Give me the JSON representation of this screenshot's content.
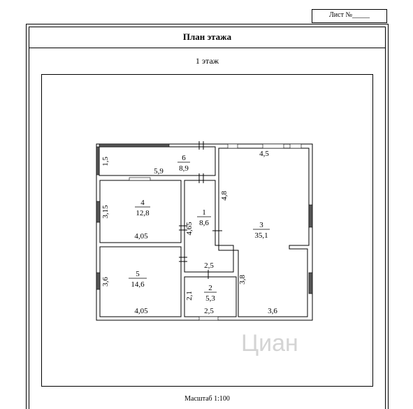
{
  "sheet": {
    "label": "Лист №_____"
  },
  "title": "План этажа",
  "floor_label": "1 этаж",
  "scale": "Масштаб 1:100",
  "watermark": "Циан",
  "rooms": [
    {
      "number": "6",
      "area": "8,9"
    },
    {
      "number": "4",
      "area": "12,8"
    },
    {
      "number": "1",
      "area": "8,6"
    },
    {
      "number": "3",
      "area": "35,1"
    },
    {
      "number": "5",
      "area": "14,6"
    },
    {
      "number": "2",
      "area": "5,3"
    }
  ],
  "dimensions": {
    "d_1_5": "1,5",
    "d_5_9": "5,9",
    "d_4_5": "4,5",
    "d_4_8": "4,8",
    "d_3_15": "3,15",
    "d_4_05_top": "4,05",
    "d_4_65": "4,65",
    "d_2_5_top": "2,5",
    "d_3_8": "3,8",
    "d_3_6_left": "3,6",
    "d_2_1": "2,1",
    "d_4_05_bottom": "4,05",
    "d_2_5_bottom": "2,5",
    "d_3_6_bottom": "3,6"
  }
}
